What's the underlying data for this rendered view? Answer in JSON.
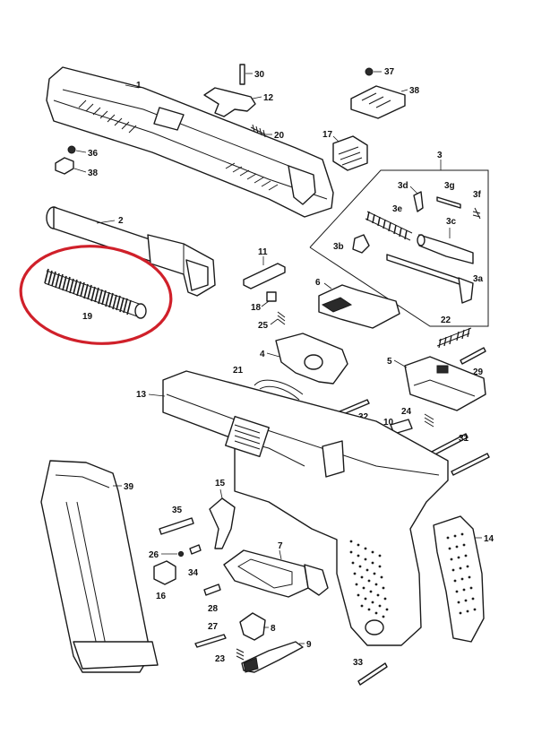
{
  "highlight": {
    "color": "#d0202a",
    "part_label": "19"
  },
  "labels": {
    "p1": "1",
    "p2": "2",
    "p3": "3",
    "p3a": "3a",
    "p3b": "3b",
    "p3c": "3c",
    "p3d": "3d",
    "p3e": "3e",
    "p3f": "3f",
    "p3g": "3g",
    "p4": "4",
    "p5": "5",
    "p6": "6",
    "p7": "7",
    "p8": "8",
    "p9": "9",
    "p10": "10",
    "p11": "11",
    "p12": "12",
    "p13": "13",
    "p14": "14",
    "p15": "15",
    "p16": "16",
    "p17": "17",
    "p18": "18",
    "p19": "19",
    "p20": "20",
    "p21": "21",
    "p22": "22",
    "p23": "23",
    "p24": "24",
    "p25": "25",
    "p26": "26",
    "p27": "27",
    "p28": "28",
    "p29": "29",
    "p30": "30",
    "p31": "31",
    "p32": "32",
    "p33": "33",
    "p34": "34",
    "p35": "35",
    "p36": "36",
    "p37": "37",
    "p38": "38",
    "p38b": "38",
    "p39": "39"
  }
}
